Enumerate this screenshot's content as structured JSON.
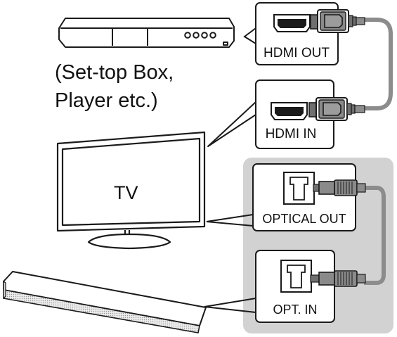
{
  "devices": {
    "source_caption_line1": "(Set-top Box,",
    "source_caption_line2": "Player etc.)",
    "tv_label": "TV"
  },
  "ports": {
    "hdmi_out": "HDMI OUT",
    "hdmi_in": "HDMI IN",
    "optical_out": "OPTICAL OUT",
    "optical_in": "OPT. IN"
  },
  "colors": {
    "cable": "#8c8c8c",
    "optical_panel": "#d2d2d2",
    "outline": "#1a1a1a"
  }
}
